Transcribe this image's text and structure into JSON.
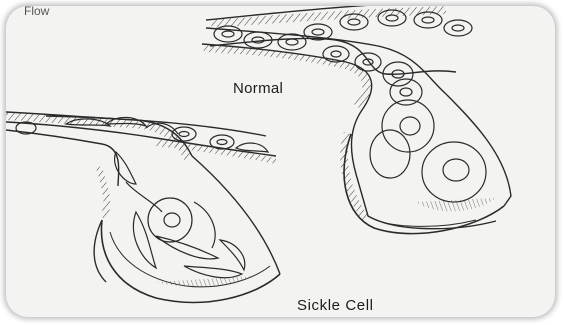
{
  "labels": {
    "normal": "Normal",
    "sickle": "Sickle Cell",
    "cut_top": "Flow"
  },
  "colors": {
    "ink": "#2a2a2a",
    "background": "#f3f3f1",
    "frame_shadow": "#8a8a8a"
  },
  "icons": {
    "normal_vessel": "blood-vessel-normal-cells",
    "sickle_vessel": "blood-vessel-sickle-cells"
  }
}
